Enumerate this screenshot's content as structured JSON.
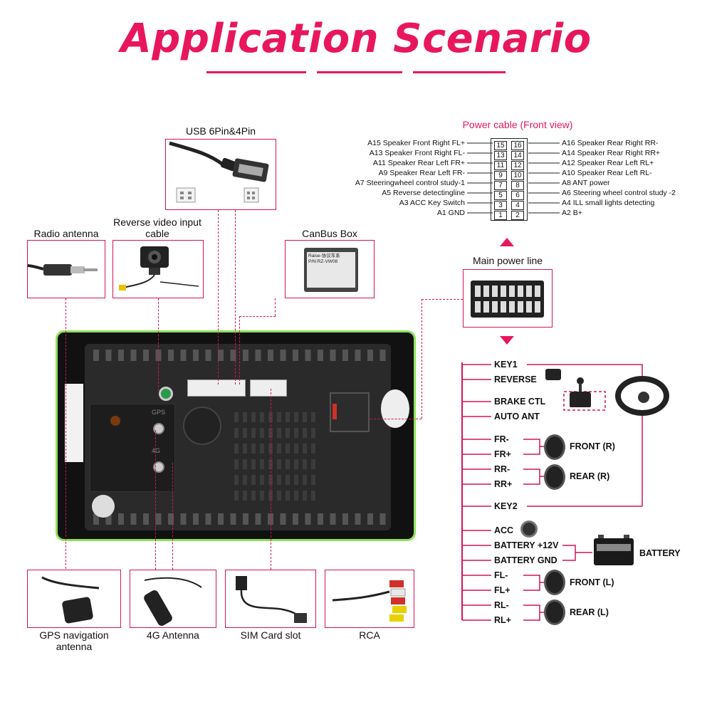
{
  "page": {
    "title": "Application Scenario",
    "accent_color": "#e8175d"
  },
  "accessories": {
    "usb": "USB 6Pin&4Pin",
    "reverse_video": "Reverse video input cable",
    "radio_antenna": "Radio antenna",
    "canbus": "CanBus Box",
    "main_power": "Main power line",
    "gps": "GPS navigation antenna",
    "antenna_4g": "4G Antenna",
    "sim": "SIM Card slot",
    "rca": "RCA"
  },
  "canbus_label": {
    "line1": "Raise-协议车系",
    "line2": "P/N:RZ-VW08"
  },
  "unit_labels": {
    "gps_port": "GPS",
    "port_4g": "4G"
  },
  "power_cable": {
    "title": "Power cable (Front view)",
    "left": [
      {
        "label": "A15 Speaker Front Right FL+",
        "pin": "15"
      },
      {
        "label": "A13 Speaker Front Right FL-",
        "pin": "13"
      },
      {
        "label": "A11 Speaker Rear Left FR+",
        "pin": "11"
      },
      {
        "label": "A9 Speaker Rear Left FR-",
        "pin": "9"
      },
      {
        "label": "A7 Steeringwheel control study-1",
        "pin": "7"
      },
      {
        "label": "A5 Reverse detectingline",
        "pin": "5"
      },
      {
        "label": "A3 ACC Key Switch",
        "pin": "3"
      },
      {
        "label": "A1 GND",
        "pin": "1"
      }
    ],
    "right": [
      {
        "label": "A16 Speaker Rear Right RR-",
        "pin": "16"
      },
      {
        "label": "A14 Speaker Rear Right RR+",
        "pin": "14"
      },
      {
        "label": "A12 Speaker Rear Left RL+",
        "pin": "12"
      },
      {
        "label": "A10 Speaker Rear Left RL-",
        "pin": "10"
      },
      {
        "label": "A8 ANT power",
        "pin": "8"
      },
      {
        "label": "A6 Steering wheel control study -2",
        "pin": "6"
      },
      {
        "label": "A4 ILL small lights detecting",
        "pin": "4"
      },
      {
        "label": "A2 B+",
        "pin": "2"
      }
    ]
  },
  "signals": {
    "key1": "KEY1",
    "reverse": "REVERSE",
    "brake": "BRAKE CTL",
    "auto_ant": "AUTO ANT",
    "fr_minus": "FR-",
    "fr_plus": "FR+",
    "rr_minus": "RR-",
    "rr_plus": "RR+",
    "key2": "KEY2",
    "acc": "ACC",
    "bat12": "BATTERY +12V",
    "batgnd": "BATTERY GND",
    "fl_minus": "FL-",
    "fl_plus": "FL+",
    "rl_minus": "RL-",
    "rl_plus": "RL+"
  },
  "speakers": {
    "front_r": "FRONT (R)",
    "rear_r": "REAR (R)",
    "front_l": "FRONT (L)",
    "rear_l": "REAR (L)"
  },
  "battery": "BATTERY"
}
